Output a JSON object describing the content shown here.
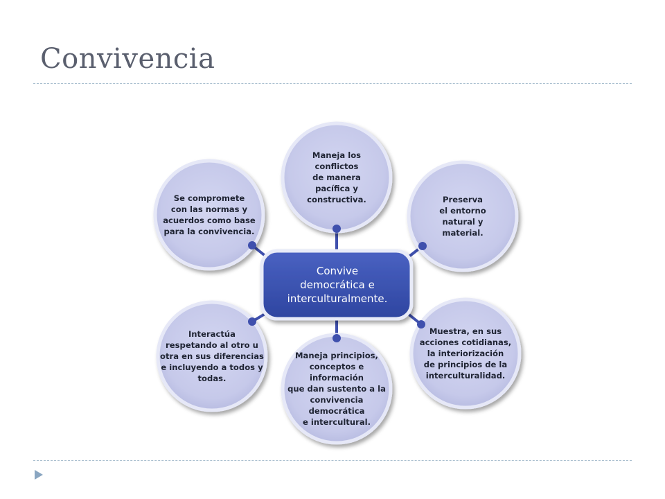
{
  "title": "Convivencia",
  "colors": {
    "title": "#5a5f6e",
    "circle_fill": "#c9ccec",
    "circle_edge": "#e6e8f7",
    "center_fill": "#3a52b0",
    "connector": "#3f50ad",
    "rule": "#a9bfcf",
    "nav_arrow": "#8aa6c1"
  },
  "icons": {
    "nav": "triangle-right-icon"
  },
  "center": {
    "text": "Convive\ndemocrática e\ninterculturalmente."
  },
  "nodes": [
    {
      "id": "top",
      "text": "Maneja los\nconflictos\nde manera\npacífica y\nconstructiva."
    },
    {
      "id": "top-right",
      "text": "Preserva\nel entorno\nnatural y\nmaterial."
    },
    {
      "id": "bottom-right",
      "text": "Muestra, en sus\nacciones cotidianas,\nla interiorización\nde principios de la\ninterculturalidad."
    },
    {
      "id": "bottom",
      "text": "Maneja principios,\nconceptos e información\nque dan sustento a la\nconvivencia democrática\ne intercultural."
    },
    {
      "id": "bottom-left",
      "text": "Interactúa\nrespetando al otro u\notra en sus diferencias\ne incluyendo a todos y\ntodas."
    },
    {
      "id": "top-left",
      "text": "Se compromete\ncon las normas y\nacuerdos como base\npara la convivencia."
    }
  ]
}
